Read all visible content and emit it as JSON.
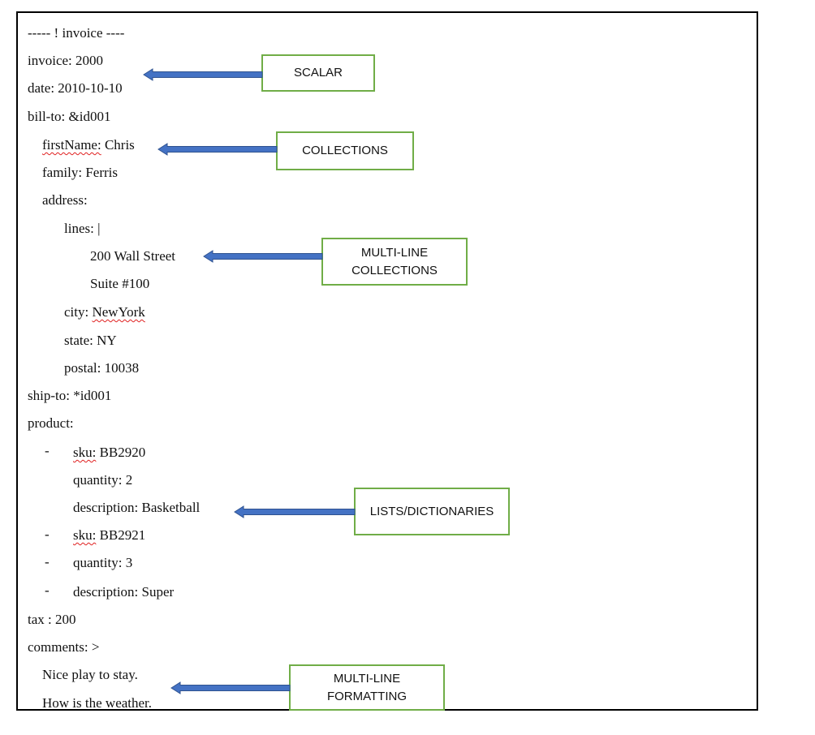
{
  "document": {
    "lines": [
      "----- ! invoice ----",
      "invoice: 2000",
      "date: 2010-10-10",
      "bill-to: &id001",
      "firstName: Chris",
      "family: Ferris",
      "address:",
      "lines: |",
      "200 Wall Street",
      "Suite #100",
      "city: NewYork",
      "state: NY",
      "postal: 10038",
      "ship-to: *id001",
      "product:",
      "sku: BB2920",
      "quantity: 2",
      "description: Basketball",
      "sku: BB2921",
      "quantity: 3",
      "description: Super",
      "tax : 200",
      "comments: >",
      "Nice play to stay.",
      "How is the weather."
    ],
    "bullet": "-"
  },
  "callouts": {
    "scalar": "SCALAR",
    "collections": "COLLECTIONS",
    "multiline_collections": "MULTI-LINE\nCOLLECTIONS",
    "lists_dictionaries": "LISTS/DICTIONARIES",
    "multiline_formatting": "MULTI-LINE\nFORMATTING"
  },
  "colors": {
    "arrow_fill": "#4472c4",
    "arrow_stroke": "#2f528f",
    "callout_border": "#70ad47",
    "spellcheck": "#e02020"
  }
}
